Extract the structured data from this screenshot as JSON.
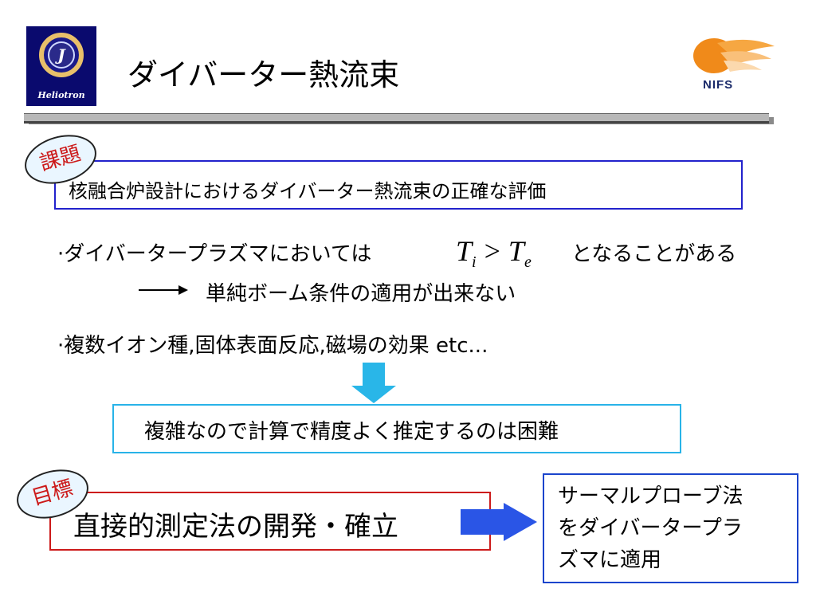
{
  "header": {
    "title": "ダイバーター熱流束",
    "logo_left_letter": "J",
    "logo_left_caption": "Heliotron",
    "logo_right_text": "NIFS"
  },
  "task": {
    "label": "課題",
    "text": "核融合炉設計におけるダイバーター熱流束の正確な評価"
  },
  "points": {
    "p1_lead": "·ダイバータープラズマにおいては",
    "formula": {
      "lhs": "T",
      "lhs_sub": "i",
      "op": ">",
      "rhs": "T",
      "rhs_sub": "e"
    },
    "p1_tail": "となることがある",
    "p1_consequence": "単純ボーム条件の適用が出来ない",
    "p2": "·複数イオン種,固体表面反応,磁場の効果 etc..."
  },
  "conclusion": "複雑なので計算で精度よく推定するのは困難",
  "target": {
    "label": "目標",
    "text": "直接的測定法の開発・確立"
  },
  "method": {
    "lines": [
      "サーマルプローブ法",
      "をダイバータープラ",
      "ズマに適用"
    ]
  },
  "colors": {
    "task_border": "#2222cc",
    "oval_text": "#cc1a1a",
    "down_arrow": "#29b6e8",
    "target_border": "#cc1a1a",
    "right_arrow": "#2a55e6",
    "method_border": "#1a44cc"
  }
}
